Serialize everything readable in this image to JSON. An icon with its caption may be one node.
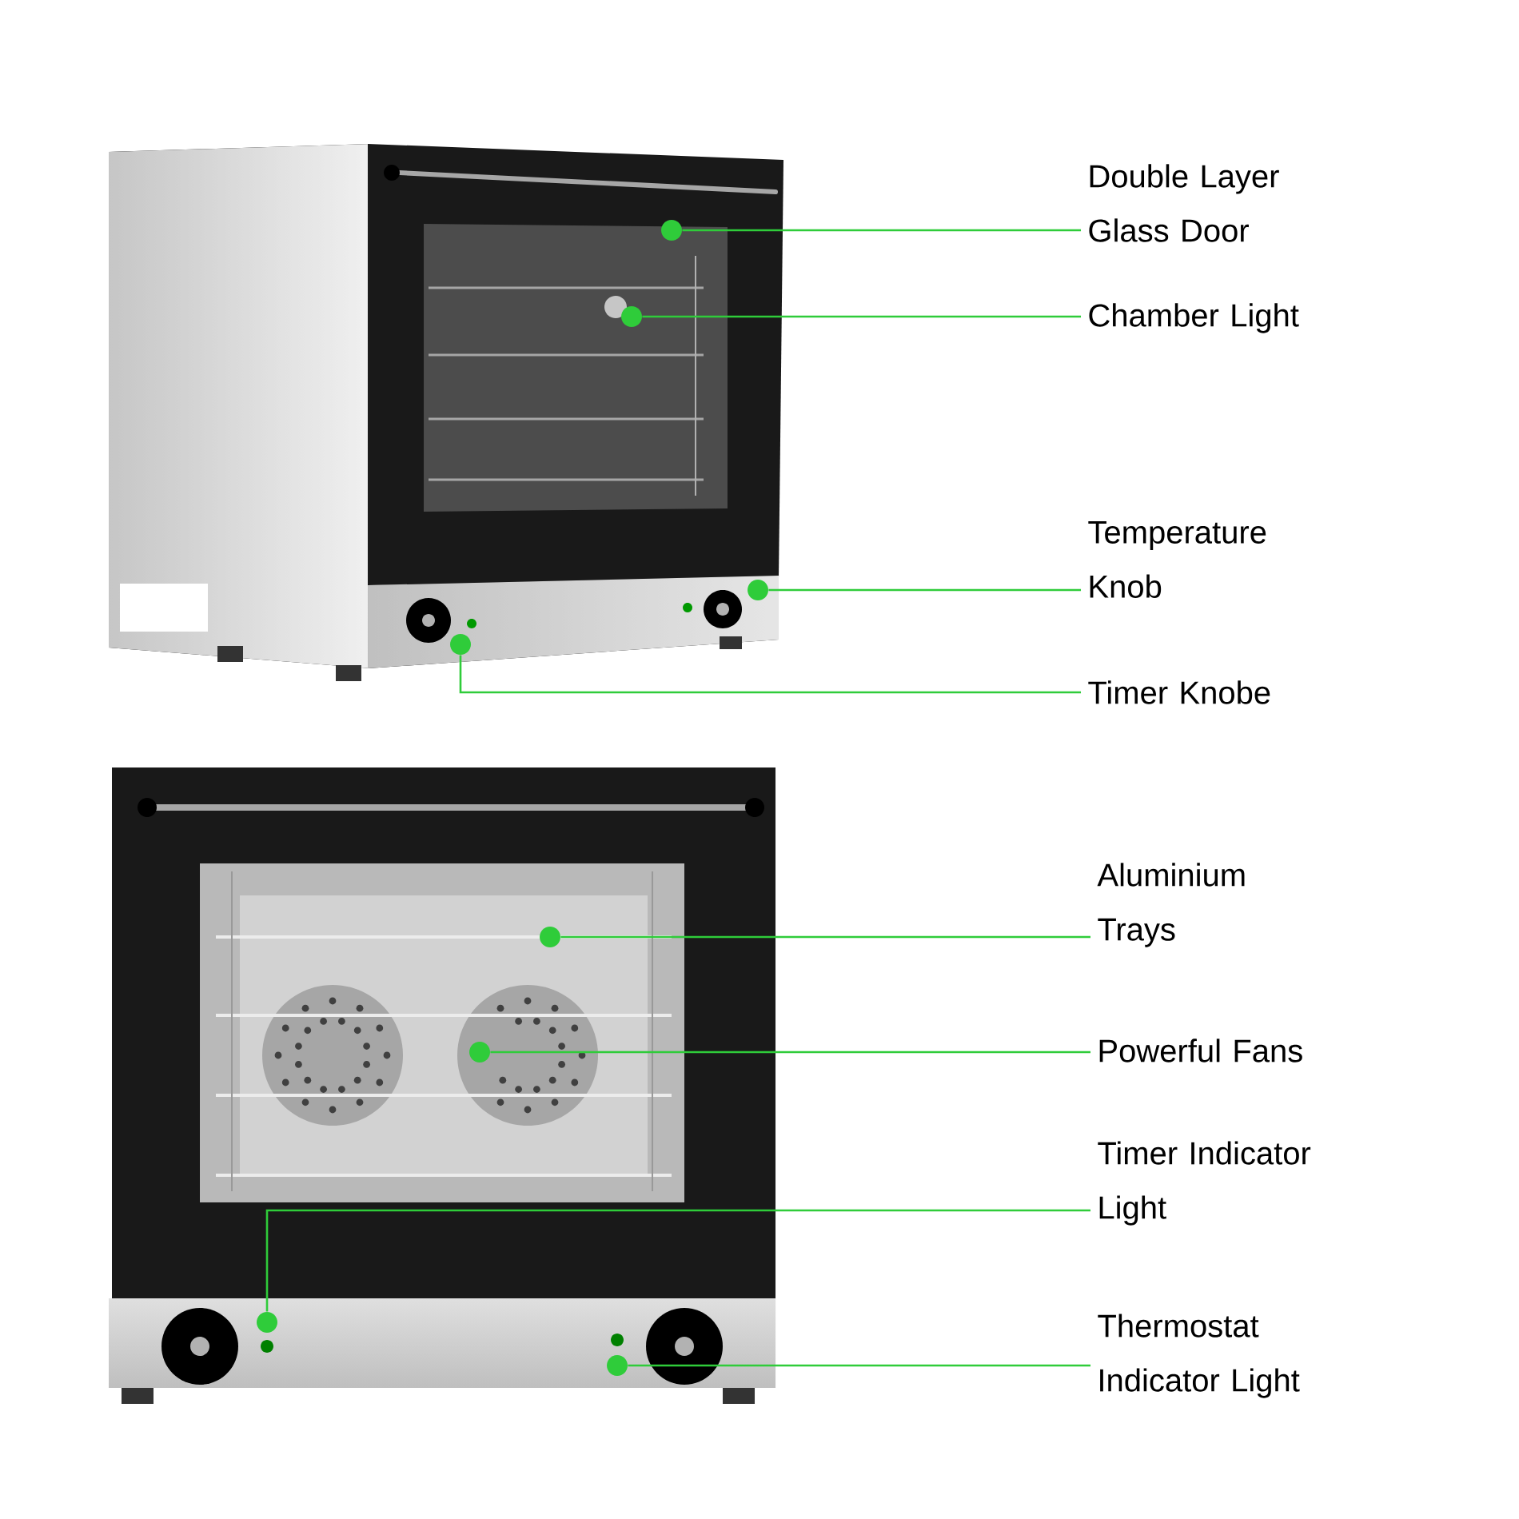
{
  "diagram": {
    "nodes": [
      {
        "text": [
          "Double Layer Glass Door"
        ]
      },
      {
        "text": [
          "Chamber Light"
        ]
      },
      {
        "text": [
          "Temperature Knob"
        ]
      },
      {
        "text": [
          "Timer Knobe"
        ]
      },
      {
        "text": [
          "Aluminium Trays"
        ]
      },
      {
        "text": [
          "Powerful Fans"
        ]
      },
      {
        "text": [
          "Timer Indicator Light"
        ]
      },
      {
        "text": [
          "Thermostat Indicator Light"
        ]
      },
      {
        "text": [],
        "shape": "circle"
      },
      {
        "text": [],
        "shape": "circle"
      },
      {
        "text": [],
        "shape": "circle"
      },
      {
        "text": [],
        "shape": "circle"
      },
      {
        "text": [],
        "shape": "circle"
      },
      {
        "text": [],
        "shape": "circle"
      },
      {
        "text": [],
        "shape": "circle"
      },
      {
        "text": [],
        "shape": "circle"
      }
    ],
    "edges": [
      {
        "from": 0,
        "to": 8,
        "arrow": "none"
      },
      {
        "from": 1,
        "to": 9,
        "arrow": "none"
      },
      {
        "from": 2,
        "to": 10,
        "arrow": "none"
      },
      {
        "from": 3,
        "to": 11,
        "arrow": "none"
      },
      {
        "from": 4,
        "to": 12,
        "arrow": "none"
      },
      {
        "from": 5,
        "to": 13,
        "arrow": "none"
      },
      {
        "from": 6,
        "to": 14,
        "arrow": "none"
      },
      {
        "from": 7,
        "to": 15,
        "arrow": "none"
      }
    ]
  }
}
